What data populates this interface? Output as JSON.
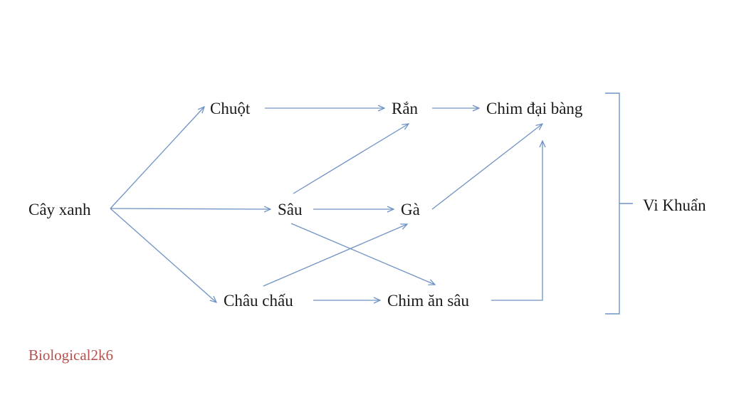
{
  "diagram": {
    "nodes": {
      "cay_xanh": "Cây xanh",
      "chuot": "Chuột",
      "ran": "Rắn",
      "chim_dai_bang": "Chim đại bàng",
      "sau": "Sâu",
      "ga": "Gà",
      "chau_chau": "Châu chấu",
      "chim_an_sau": "Chim ăn sâu",
      "vi_khuan": "Vi Khuẩn"
    },
    "edge_color": "#6f93c4",
    "text_color": "#1a1a1a"
  },
  "watermark": {
    "text": "Biological2k6",
    "color": "#b5524f"
  }
}
